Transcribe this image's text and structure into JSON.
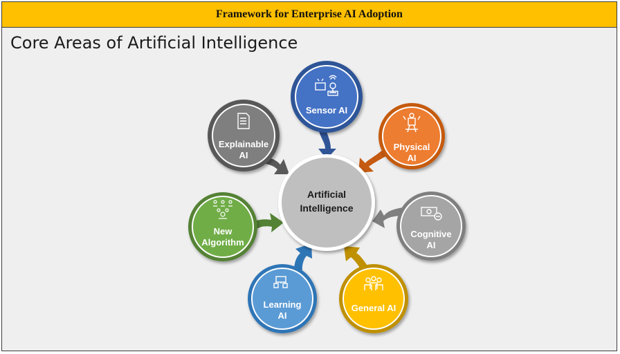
{
  "header": {
    "title": "Framework for Enterprise AI Adoption"
  },
  "subtitle": "Core Areas of Artificial Intelligence",
  "center": {
    "label_lines": [
      "Artificial",
      "Intelligence"
    ]
  },
  "nodes": [
    {
      "id": "sensor",
      "label_lines": [
        "Sensor AI"
      ],
      "color": "#4472c4",
      "icon": "sensor-icon"
    },
    {
      "id": "physical",
      "label_lines": [
        "Physical",
        "AI"
      ],
      "color": "#ed7d31",
      "icon": "robot-icon"
    },
    {
      "id": "cognitive",
      "label_lines": [
        "Cognitive",
        "AI"
      ],
      "color": "#a5a5a5",
      "icon": "money-icon"
    },
    {
      "id": "general",
      "label_lines": [
        "General AI"
      ],
      "color": "#ffc000",
      "icon": "group-icon"
    },
    {
      "id": "learning",
      "label_lines": [
        "Learning",
        "AI"
      ],
      "color": "#5b9bd5",
      "icon": "network-icon"
    },
    {
      "id": "new-algorithm",
      "label_lines": [
        "New",
        "Algorithm"
      ],
      "color": "#70ad47",
      "icon": "people-icon"
    },
    {
      "id": "explainable",
      "label_lines": [
        "Explainable",
        "AI"
      ],
      "color": "#7f7f7f",
      "icon": "document-icon"
    }
  ],
  "colors": {
    "header_bg": "#ffc000",
    "center_fill": "#bfbfbf",
    "sensor_ring": "#2f5597",
    "physical_ring": "#c55a11",
    "cognitive_ring": "#7f7f7f",
    "general_ring": "#bf9000",
    "learning_ring": "#2e75b6",
    "new_algorithm_ring": "#548235",
    "explainable_ring": "#595959"
  }
}
